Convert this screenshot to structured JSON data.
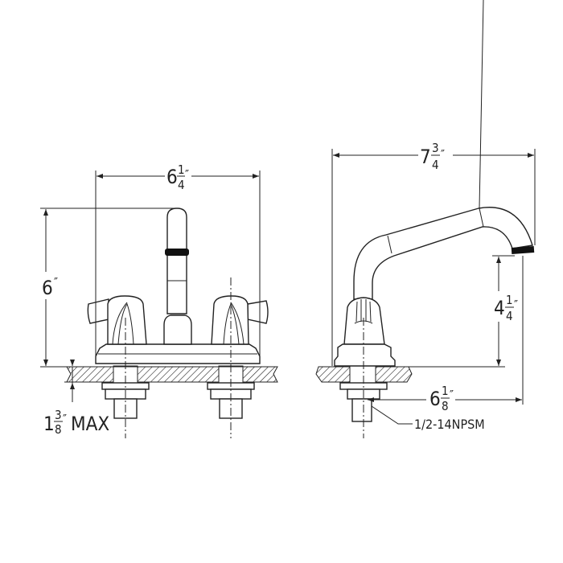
{
  "front_view": {
    "width_dim": {
      "whole": "6",
      "num": "1",
      "den": "4",
      "unit": "″"
    },
    "height_dim": {
      "whole": "6",
      "unit": "″"
    },
    "deck_dim": {
      "whole": "1",
      "num": "3",
      "den": "8",
      "unit": "″",
      "suffix": "MAX"
    }
  },
  "side_view": {
    "reach_dim": {
      "whole": "7",
      "num": "3",
      "den": "4",
      "unit": "″"
    },
    "spout_height_dim": {
      "whole": "4",
      "num": "1",
      "den": "4",
      "unit": "″"
    },
    "spout_reach_dim": {
      "whole": "6",
      "num": "1",
      "den": "8",
      "unit": "″"
    },
    "thread_label": "1/2-14NPSM"
  }
}
